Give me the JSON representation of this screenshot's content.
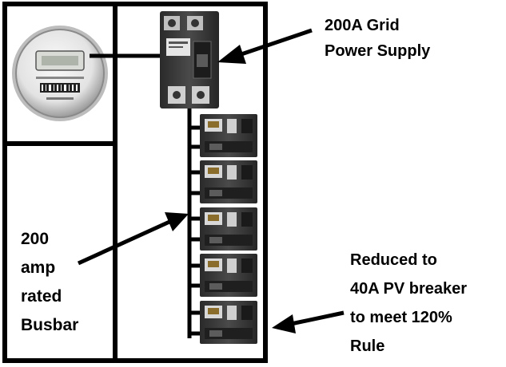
{
  "labels": {
    "grid_supply": [
      "200A Grid",
      "Power Supply"
    ],
    "busbar": [
      "200",
      "amp",
      "rated",
      "Busbar"
    ],
    "pv_breaker": [
      "Reduced to",
      "40A PV breaker",
      "to meet 120%",
      "Rule"
    ]
  },
  "meter_readout": "",
  "colors": {
    "line": "#000000",
    "breaker_body": "#3a3a3a",
    "meter_rim": "#c8c8c8"
  },
  "breaker_count": 5
}
